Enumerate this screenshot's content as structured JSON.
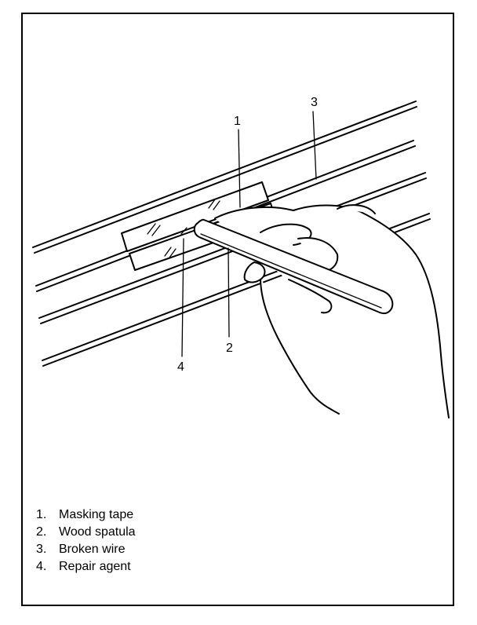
{
  "callouts": [
    {
      "number": "1",
      "label": "Masking tape"
    },
    {
      "number": "2",
      "label": "Wood spatula"
    },
    {
      "number": "3",
      "label": "Broken wire"
    },
    {
      "number": "4",
      "label": "Repair agent"
    }
  ],
  "legend": {
    "items": [
      {
        "number": "1.",
        "label": "Masking tape"
      },
      {
        "number": "2.",
        "label": "Wood spatula"
      },
      {
        "number": "3.",
        "label": "Broken wire"
      },
      {
        "number": "4.",
        "label": "Repair agent"
      }
    ]
  }
}
